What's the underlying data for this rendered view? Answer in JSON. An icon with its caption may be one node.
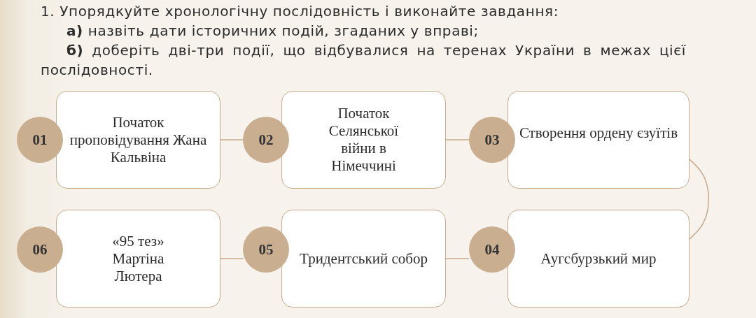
{
  "diagram": {
    "nodes": [
      {
        "text": [
          "01"
        ]
      },
      {
        "text": [
          "Початок проповідування Жана Кальвіна"
        ]
      },
      {
        "text": [
          "02"
        ]
      },
      {
        "text": [
          "Початок Селянської війни в Німеччині"
        ]
      },
      {
        "text": [
          "03"
        ]
      },
      {
        "text": [
          "Створення ордену єзуїтів"
        ]
      },
      {
        "text": [
          "06"
        ]
      },
      {
        "text": [
          "«95 тез» Мартіна Лютера"
        ]
      },
      {
        "text": [
          "05"
        ]
      },
      {
        "text": [
          "Тридентський собор"
        ]
      },
      {
        "text": [
          "04"
        ]
      },
      {
        "text": [
          "Аугсбурзький мир"
        ]
      }
    ],
    "edges": [
      {
        "from": 1,
        "to": 2,
        "arrow": "none"
      },
      {
        "from": 3,
        "to": 4,
        "arrow": "none"
      },
      {
        "from": 5,
        "to": 11,
        "arrow": "none"
      },
      {
        "from": 7,
        "to": 8,
        "arrow": "none"
      },
      {
        "from": 9,
        "to": 10,
        "arrow": "none"
      }
    ],
    "labels": [
      "1. Упорядкуйте хронологічну послідовність і виконайте завдання:",
      "**а)** назвіть дати історичних подій, згаданих у вправі;",
      "**б)** доберіть дві-три події, що відбувалися на теренах України в межах цієї послідовності."
    ]
  }
}
